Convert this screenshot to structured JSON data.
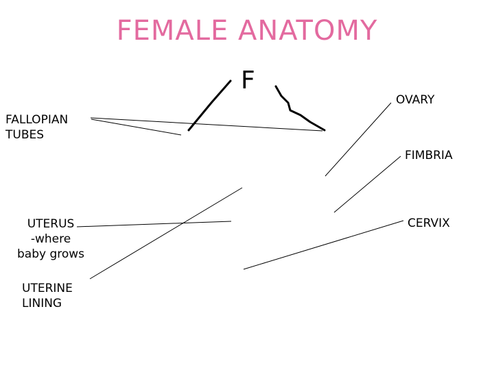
{
  "title": "FEMALE ANATOMY",
  "sketch_letter": "F",
  "labels": {
    "fallopian_tubes": "FALLOPIAN\nTUBES",
    "uterus": "UTERUS\n-where\nbaby grows",
    "uterine_lining": "UTERINE\nLINING",
    "ovary": "OVARY",
    "fimbria": "FIMBRIA",
    "cervix": "CERVIX"
  },
  "colors": {
    "title": "#e36a9f",
    "lines": "#000000"
  }
}
